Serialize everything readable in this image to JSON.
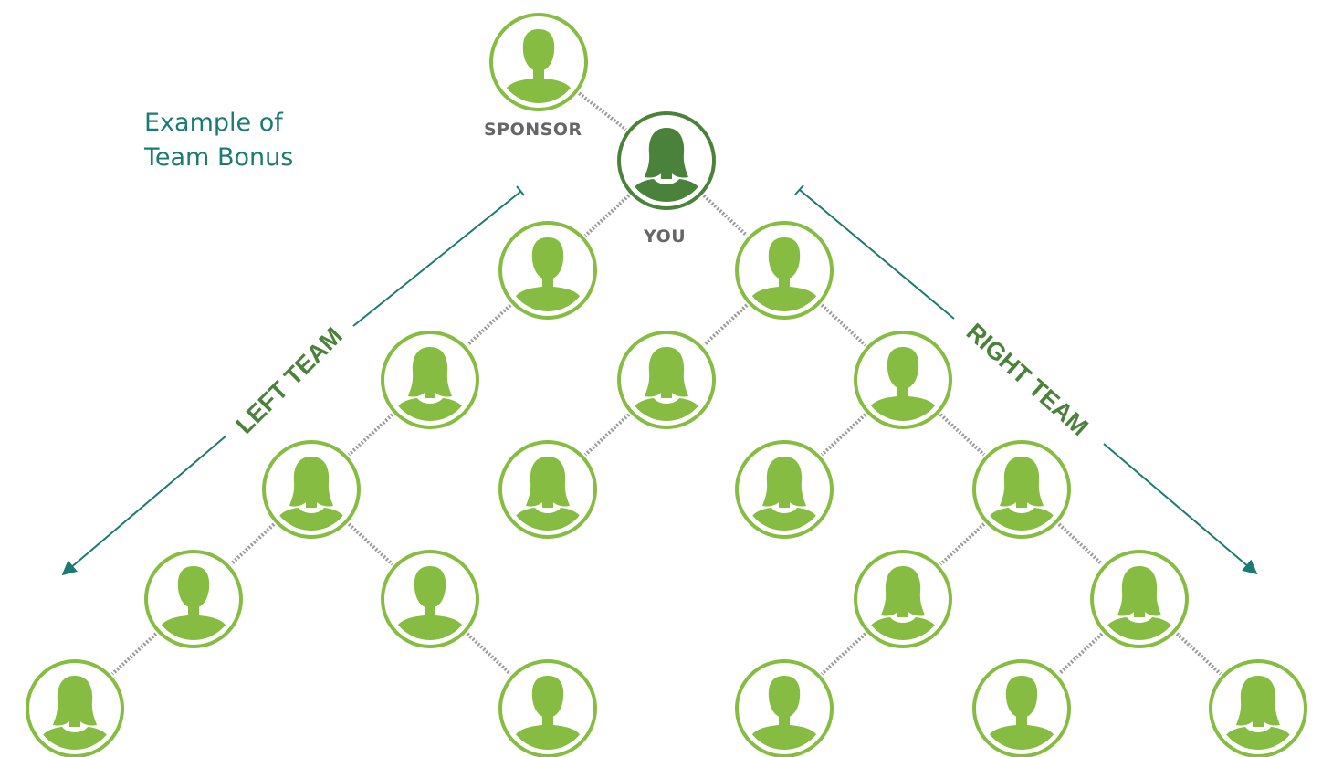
{
  "caption": {
    "line1": "Example of",
    "line2": "Team Bonus"
  },
  "labels": {
    "sponsor": "SPONSOR",
    "you": "YOU",
    "left_team": "LEFT TEAM",
    "right_team": "RIGHT TEAM"
  },
  "colors": {
    "node": "#86bc41",
    "you": "#4a823b",
    "arrow": "#1b7a73",
    "team_label": "#4a823b",
    "role_label": "#666666",
    "connector": "#9a9a9a"
  },
  "nodes": [
    {
      "id": "sponsor",
      "role": "sponsor",
      "figure": "male"
    },
    {
      "id": "you",
      "role": "you",
      "figure": "female"
    },
    {
      "id": "l1",
      "role": "member",
      "figure": "male"
    },
    {
      "id": "r1",
      "role": "member",
      "figure": "male"
    },
    {
      "id": "l2",
      "role": "member",
      "figure": "female"
    },
    {
      "id": "c2",
      "role": "member",
      "figure": "female"
    },
    {
      "id": "r2",
      "role": "member",
      "figure": "male"
    },
    {
      "id": "l3",
      "role": "member",
      "figure": "female"
    },
    {
      "id": "c3a",
      "role": "member",
      "figure": "female"
    },
    {
      "id": "c3b",
      "role": "member",
      "figure": "female"
    },
    {
      "id": "r3",
      "role": "member",
      "figure": "female"
    },
    {
      "id": "l4a",
      "role": "member",
      "figure": "male"
    },
    {
      "id": "l4b",
      "role": "member",
      "figure": "male"
    },
    {
      "id": "r4a",
      "role": "member",
      "figure": "female"
    },
    {
      "id": "r4b",
      "role": "member",
      "figure": "female"
    },
    {
      "id": "l5a",
      "role": "member",
      "figure": "female"
    },
    {
      "id": "l5b",
      "role": "member",
      "figure": "male"
    },
    {
      "id": "r5a",
      "role": "member",
      "figure": "male"
    },
    {
      "id": "r5b",
      "role": "member",
      "figure": "male"
    },
    {
      "id": "r5c",
      "role": "member",
      "figure": "female"
    }
  ],
  "links": [
    [
      "sponsor",
      "you"
    ],
    [
      "you",
      "l1"
    ],
    [
      "you",
      "r1"
    ],
    [
      "l1",
      "l2"
    ],
    [
      "r1",
      "c2"
    ],
    [
      "r1",
      "r2"
    ],
    [
      "l2",
      "l3"
    ],
    [
      "c2",
      "c3a"
    ],
    [
      "r2",
      "c3b"
    ],
    [
      "r2",
      "r3"
    ],
    [
      "l3",
      "l4a"
    ],
    [
      "l3",
      "l4b"
    ],
    [
      "r3",
      "r4a"
    ],
    [
      "r3",
      "r4b"
    ],
    [
      "l4a",
      "l5a"
    ],
    [
      "l4b",
      "l5b"
    ],
    [
      "r4a",
      "r5a"
    ],
    [
      "r4b",
      "r5b"
    ],
    [
      "r4b",
      "r5c"
    ]
  ]
}
